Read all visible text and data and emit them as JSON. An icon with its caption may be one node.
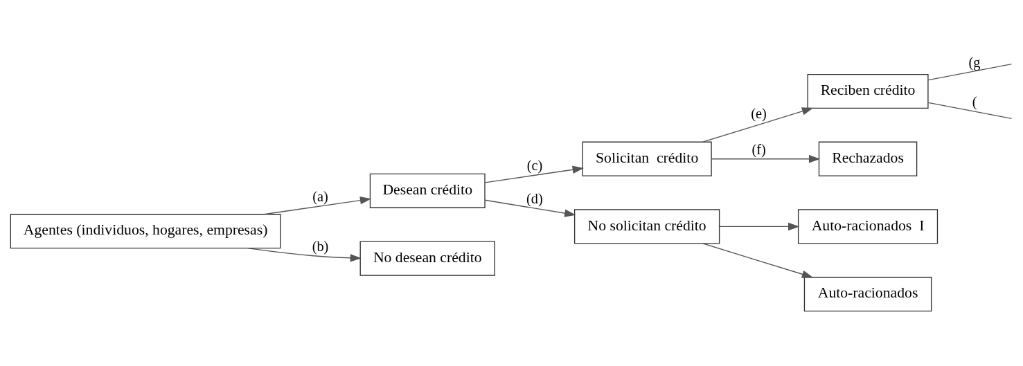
{
  "diagram": {
    "nodes": [
      {
        "text": [
          "Agentes (individuos, hogares, empresas)"
        ]
      },
      {
        "text": [
          "Desean crédito"
        ]
      },
      {
        "text": [
          "No desean crédito"
        ]
      },
      {
        "text": [
          "Solicitan  crédito"
        ]
      },
      {
        "text": [
          "No solicitan crédito"
        ]
      },
      {
        "text": [
          "Reciben crédito"
        ]
      },
      {
        "text": [
          "Rechazados"
        ]
      },
      {
        "text": [
          "Auto-racionados  I"
        ]
      },
      {
        "text": [
          "Auto-racionados"
        ]
      }
    ],
    "edges": [
      {
        "from": 0,
        "to": 1,
        "arrow": "to",
        "label": "(a)"
      },
      {
        "from": 0,
        "to": 2,
        "arrow": "to",
        "label": "(b)"
      },
      {
        "from": 1,
        "to": 3,
        "arrow": "to",
        "label": "(c)"
      },
      {
        "from": 1,
        "to": 4,
        "arrow": "to",
        "label": "(d)"
      },
      {
        "from": 3,
        "to": 5,
        "arrow": "to",
        "label": "(e)"
      },
      {
        "from": 3,
        "to": 6,
        "arrow": "to",
        "label": "(f)"
      },
      {
        "from": 5,
        "to": null,
        "arrow": "none",
        "label": "(g"
      },
      {
        "from": 5,
        "to": null,
        "arrow": "none",
        "label": "("
      },
      {
        "from": 4,
        "to": 7,
        "arrow": "to"
      },
      {
        "from": 4,
        "to": 8,
        "arrow": "to"
      }
    ]
  }
}
